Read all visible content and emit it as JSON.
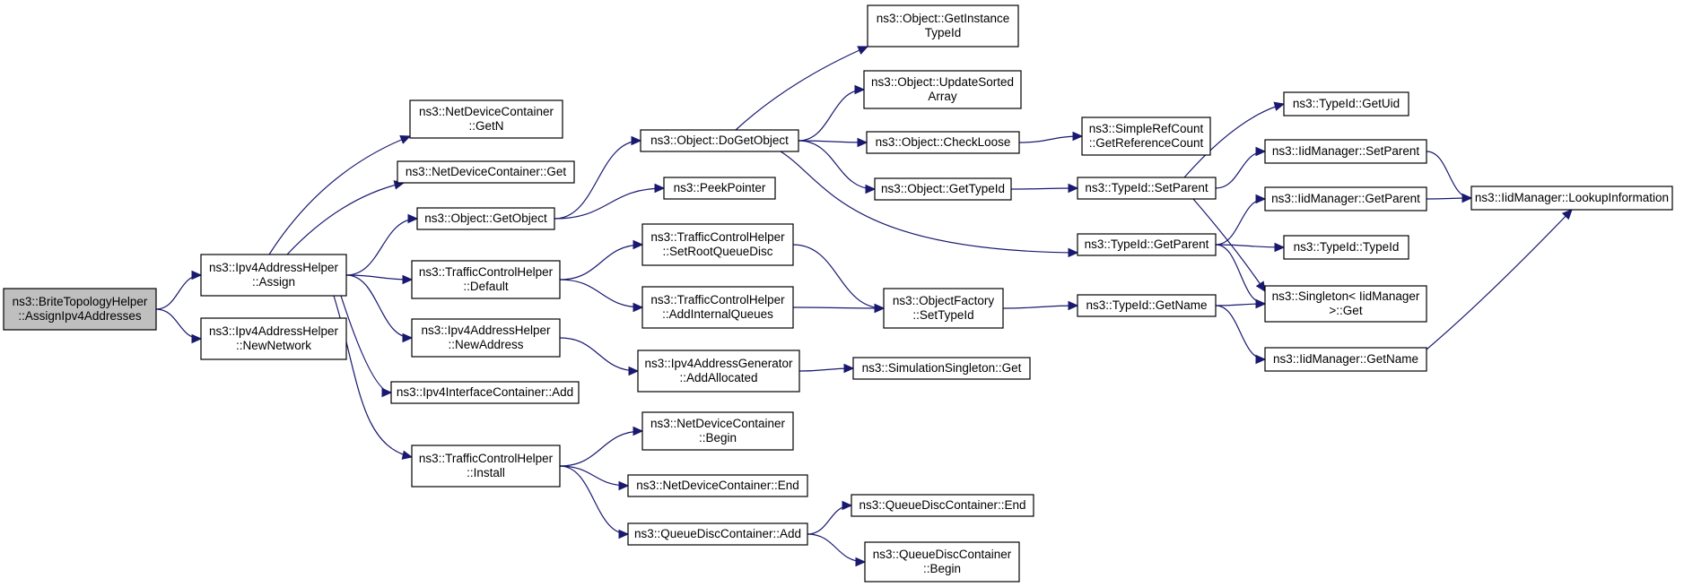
{
  "diagram": {
    "colors": {
      "edge": "#191970",
      "root_fill": "#bfbfbf",
      "node_fill": "#ffffff",
      "node_stroke": "#000000"
    },
    "nodes": [
      {
        "id": "n0",
        "lines": [
          "ns3::BriteTopologyHelper",
          "::AssignIpv4Addresses"
        ],
        "root": true
      },
      {
        "id": "n1",
        "lines": [
          "ns3::Ipv4AddressHelper",
          "::Assign"
        ]
      },
      {
        "id": "n2",
        "lines": [
          "ns3::Ipv4AddressHelper",
          "::NewNetwork"
        ]
      },
      {
        "id": "n3",
        "lines": [
          "ns3::NetDeviceContainer",
          "::GetN"
        ]
      },
      {
        "id": "n4",
        "lines": [
          "ns3::NetDeviceContainer::Get"
        ]
      },
      {
        "id": "n5",
        "lines": [
          "ns3::Object::GetObject"
        ]
      },
      {
        "id": "n6",
        "lines": [
          "ns3::TrafficControlHelper",
          "::Default"
        ]
      },
      {
        "id": "n7",
        "lines": [
          "ns3::Ipv4AddressHelper",
          "::NewAddress"
        ]
      },
      {
        "id": "n8",
        "lines": [
          "ns3::Ipv4InterfaceContainer::Add"
        ]
      },
      {
        "id": "n9",
        "lines": [
          "ns3::TrafficControlHelper",
          "::Install"
        ]
      },
      {
        "id": "n10",
        "lines": [
          "ns3::Object::DoGetObject"
        ]
      },
      {
        "id": "n11",
        "lines": [
          "ns3::PeekPointer"
        ]
      },
      {
        "id": "n12",
        "lines": [
          "ns3::TrafficControlHelper",
          "::SetRootQueueDisc"
        ]
      },
      {
        "id": "n13",
        "lines": [
          "ns3::TrafficControlHelper",
          "::AddInternalQueues"
        ]
      },
      {
        "id": "n14",
        "lines": [
          "ns3::Ipv4AddressGenerator",
          "::AddAllocated"
        ]
      },
      {
        "id": "n15",
        "lines": [
          "ns3::NetDeviceContainer",
          "::Begin"
        ]
      },
      {
        "id": "n16",
        "lines": [
          "ns3::NetDeviceContainer::End"
        ]
      },
      {
        "id": "n17",
        "lines": [
          "ns3::QueueDiscContainer::Add"
        ]
      },
      {
        "id": "n18",
        "lines": [
          "ns3::Object::GetInstance",
          "TypeId"
        ]
      },
      {
        "id": "n19",
        "lines": [
          "ns3::Object::UpdateSorted",
          "Array"
        ]
      },
      {
        "id": "n20",
        "lines": [
          "ns3::Object::CheckLoose"
        ]
      },
      {
        "id": "n21",
        "lines": [
          "ns3::Object::GetTypeId"
        ]
      },
      {
        "id": "n22",
        "lines": [
          "ns3::ObjectFactory",
          "::SetTypeId"
        ]
      },
      {
        "id": "n23",
        "lines": [
          "ns3::SimulationSingleton::Get"
        ]
      },
      {
        "id": "n24",
        "lines": [
          "ns3::QueueDiscContainer::End"
        ]
      },
      {
        "id": "n25",
        "lines": [
          "ns3::QueueDiscContainer",
          "::Begin"
        ]
      },
      {
        "id": "n26",
        "lines": [
          "ns3::SimpleRefCount",
          "::GetReferenceCount"
        ]
      },
      {
        "id": "n27",
        "lines": [
          "ns3::TypeId::SetParent"
        ]
      },
      {
        "id": "n28",
        "lines": [
          "ns3::TypeId::GetParent"
        ]
      },
      {
        "id": "n29",
        "lines": [
          "ns3::TypeId::GetName"
        ]
      },
      {
        "id": "n30",
        "lines": [
          "ns3::TypeId::GetUid"
        ]
      },
      {
        "id": "n31",
        "lines": [
          "ns3::IidManager::SetParent"
        ]
      },
      {
        "id": "n32",
        "lines": [
          "ns3::IidManager::GetParent"
        ]
      },
      {
        "id": "n33",
        "lines": [
          "ns3::TypeId::TypeId"
        ]
      },
      {
        "id": "n34",
        "lines": [
          "ns3::Singleton< IidManager",
          " >::Get"
        ]
      },
      {
        "id": "n35",
        "lines": [
          "ns3::IidManager::GetName"
        ]
      },
      {
        "id": "n36",
        "lines": [
          "ns3::IidManager::LookupInformation"
        ]
      }
    ],
    "edges": [
      [
        "n0",
        "n1"
      ],
      [
        "n0",
        "n2"
      ],
      [
        "n1",
        "n3"
      ],
      [
        "n1",
        "n4"
      ],
      [
        "n1",
        "n5"
      ],
      [
        "n1",
        "n6"
      ],
      [
        "n1",
        "n7"
      ],
      [
        "n1",
        "n8"
      ],
      [
        "n1",
        "n9"
      ],
      [
        "n5",
        "n10"
      ],
      [
        "n5",
        "n11"
      ],
      [
        "n6",
        "n12"
      ],
      [
        "n6",
        "n13"
      ],
      [
        "n7",
        "n14"
      ],
      [
        "n9",
        "n15"
      ],
      [
        "n9",
        "n16"
      ],
      [
        "n9",
        "n17"
      ],
      [
        "n10",
        "n18"
      ],
      [
        "n10",
        "n19"
      ],
      [
        "n10",
        "n20"
      ],
      [
        "n10",
        "n21"
      ],
      [
        "n10",
        "n28"
      ],
      [
        "n12",
        "n22"
      ],
      [
        "n13",
        "n22"
      ],
      [
        "n14",
        "n23"
      ],
      [
        "n17",
        "n24"
      ],
      [
        "n17",
        "n25"
      ],
      [
        "n20",
        "n26"
      ],
      [
        "n21",
        "n27"
      ],
      [
        "n22",
        "n29"
      ],
      [
        "n27",
        "n30"
      ],
      [
        "n27",
        "n31"
      ],
      [
        "n27",
        "n34"
      ],
      [
        "n28",
        "n32"
      ],
      [
        "n28",
        "n33"
      ],
      [
        "n28",
        "n34"
      ],
      [
        "n29",
        "n34"
      ],
      [
        "n29",
        "n35"
      ],
      [
        "n31",
        "n36"
      ],
      [
        "n32",
        "n36"
      ],
      [
        "n35",
        "n36"
      ]
    ]
  }
}
